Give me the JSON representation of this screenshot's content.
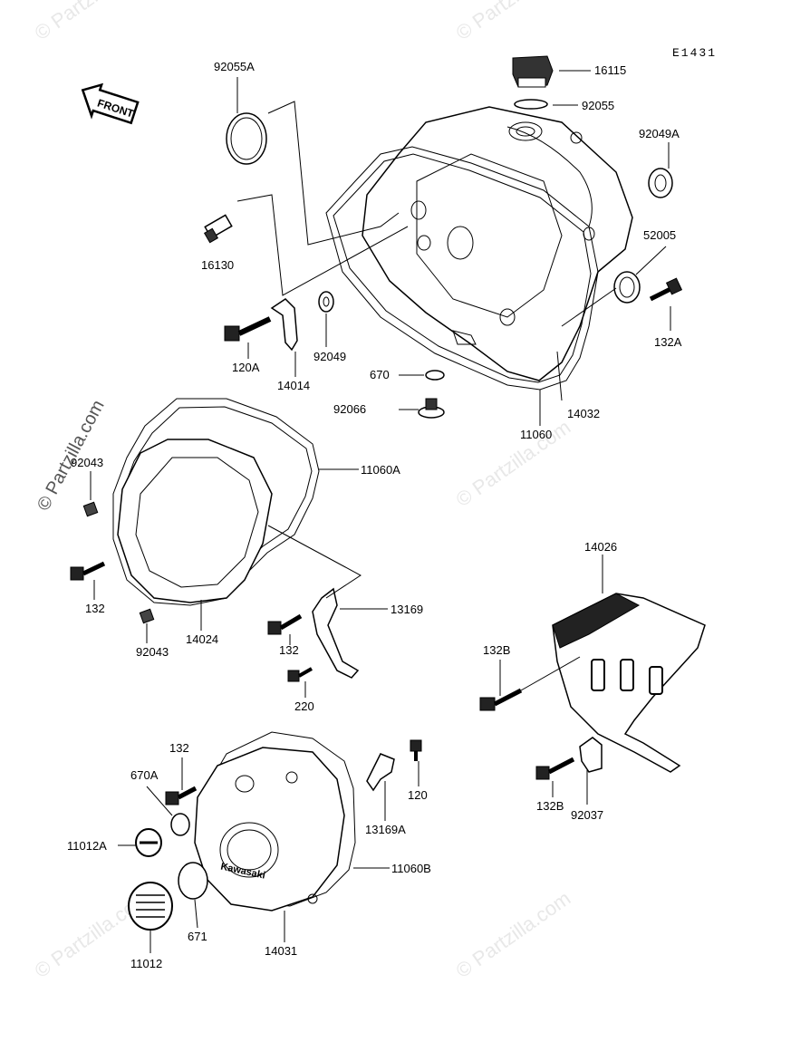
{
  "diagram": {
    "code": "E1431",
    "front_label": "FRONT",
    "cover_brand": "Kawasaki",
    "watermark": "© Partzilla.com"
  },
  "labels": {
    "p92055A": "92055A",
    "p16115": "16115",
    "p92055": "92055",
    "p92049A": "92049A",
    "p52005": "52005",
    "p132A": "132A",
    "p16130": "16130",
    "p120A": "120A",
    "p14014": "14014",
    "p92049": "92049",
    "p670": "670",
    "p14032": "14032",
    "p92066": "92066",
    "p11060": "11060",
    "p92043a": "92043",
    "p11060A": "11060A",
    "p132a": "132",
    "p14024": "14024",
    "p92043b": "92043",
    "p13169": "13169",
    "p132b": "132",
    "p220": "220",
    "p14026": "14026",
    "p132B_1": "132B",
    "p132B_2": "132B",
    "p92037": "92037",
    "p132c": "132",
    "p670A": "670A",
    "p120": "120",
    "p13169A": "13169A",
    "p11012A": "11012A",
    "p11060B": "11060B",
    "p671": "671",
    "p14031": "14031",
    "p11012": "11012"
  }
}
